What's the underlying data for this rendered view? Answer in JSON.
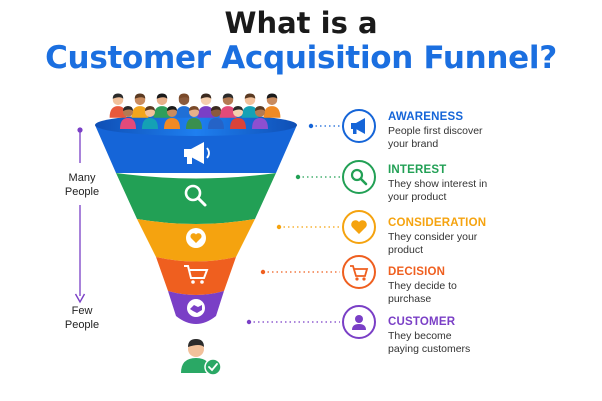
{
  "title": {
    "line1": "What is a",
    "line2": "Customer Acquisition Funnel?"
  },
  "side_labels": {
    "top": "Many People",
    "bottom": "Few People"
  },
  "stages": [
    {
      "name": "AWARENESS",
      "desc_line1": "People first discover",
      "desc_line2": "your brand",
      "color": "#1565d8",
      "icon": "megaphone-icon"
    },
    {
      "name": "INTEREST",
      "desc_line1": "They show interest in",
      "desc_line2": "your product",
      "color": "#22a055",
      "icon": "magnifier-icon"
    },
    {
      "name": "CONSIDERATION",
      "desc_line1": "They consider your",
      "desc_line2": "product",
      "color": "#f5a30f",
      "icon": "heart-icon"
    },
    {
      "name": "DECISION",
      "desc_line1": "They decide to",
      "desc_line2": "purchase",
      "color": "#ef5f1f",
      "icon": "cart-icon"
    },
    {
      "name": "CUSTOMER",
      "desc_line1": "They become",
      "desc_line2": "paying customers",
      "color": "#7a3fc6",
      "icon": "person-icon"
    }
  ],
  "colors": {
    "title_dark": "#1a1a1a",
    "title_blue": "#1b6fe0",
    "arrow": "#7a3fc6"
  }
}
